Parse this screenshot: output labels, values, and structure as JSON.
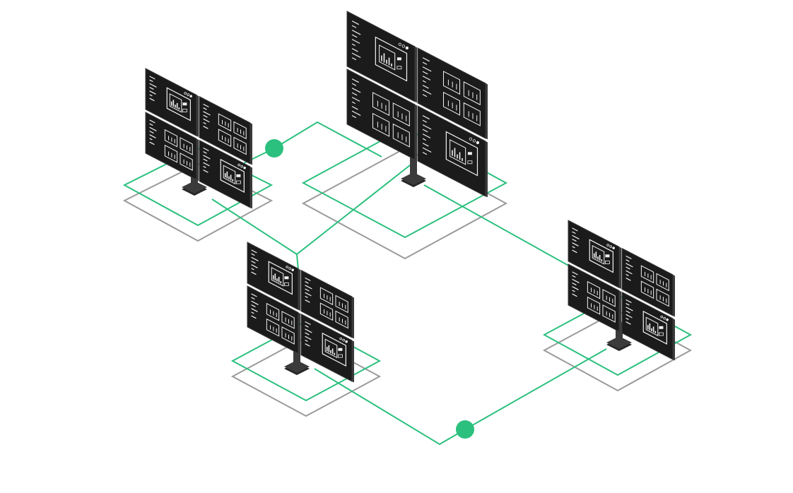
{
  "colors": {
    "background": "#ffffff",
    "link": "#2cc07e",
    "floor_outline": "#9a9a9a",
    "screen": "#1b1b1b",
    "screen_edge": "#3a3a3a",
    "screen_glyph": "#f2f2f2",
    "stand": "#3b3b3b",
    "stand_dark": "#262626",
    "node": "#2cc07e"
  },
  "workstations": [
    {
      "id": "top-left",
      "icon": "monitor-wall-icon",
      "screens": 4
    },
    {
      "id": "top-center",
      "icon": "monitor-wall-icon",
      "screens": 4
    },
    {
      "id": "bottom-left",
      "icon": "monitor-wall-icon",
      "screens": 4
    },
    {
      "id": "right",
      "icon": "monitor-wall-icon",
      "screens": 4
    }
  ],
  "connection_nodes": 2
}
